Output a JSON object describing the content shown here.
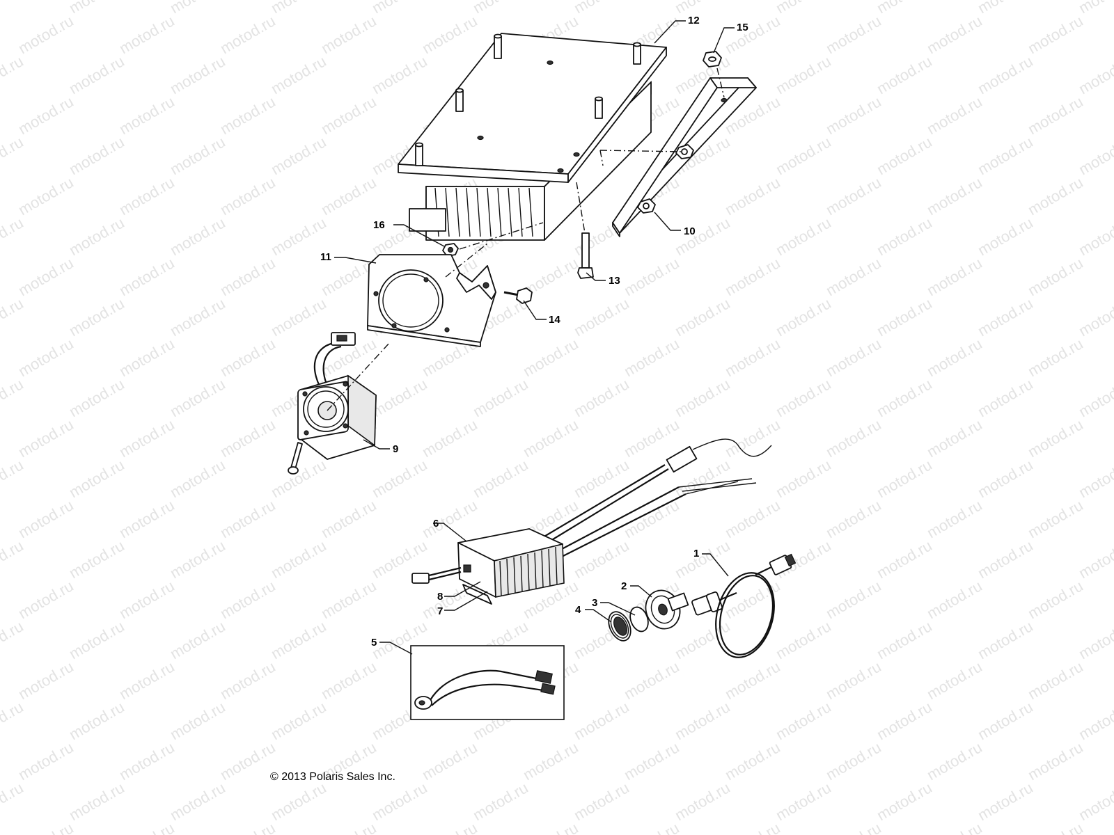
{
  "watermark": "motod.ru",
  "callouts": {
    "c1": "1",
    "c2": "2",
    "c3": "3",
    "c4": "4",
    "c5": "5",
    "c6": "6",
    "c7": "7",
    "c8": "8",
    "c9": "9",
    "c10": "10",
    "c11": "11",
    "c12": "12",
    "c13": "13",
    "c14": "14",
    "c15": "15",
    "c16": "16"
  },
  "copyright": "© 2013 Polaris Sales Inc."
}
